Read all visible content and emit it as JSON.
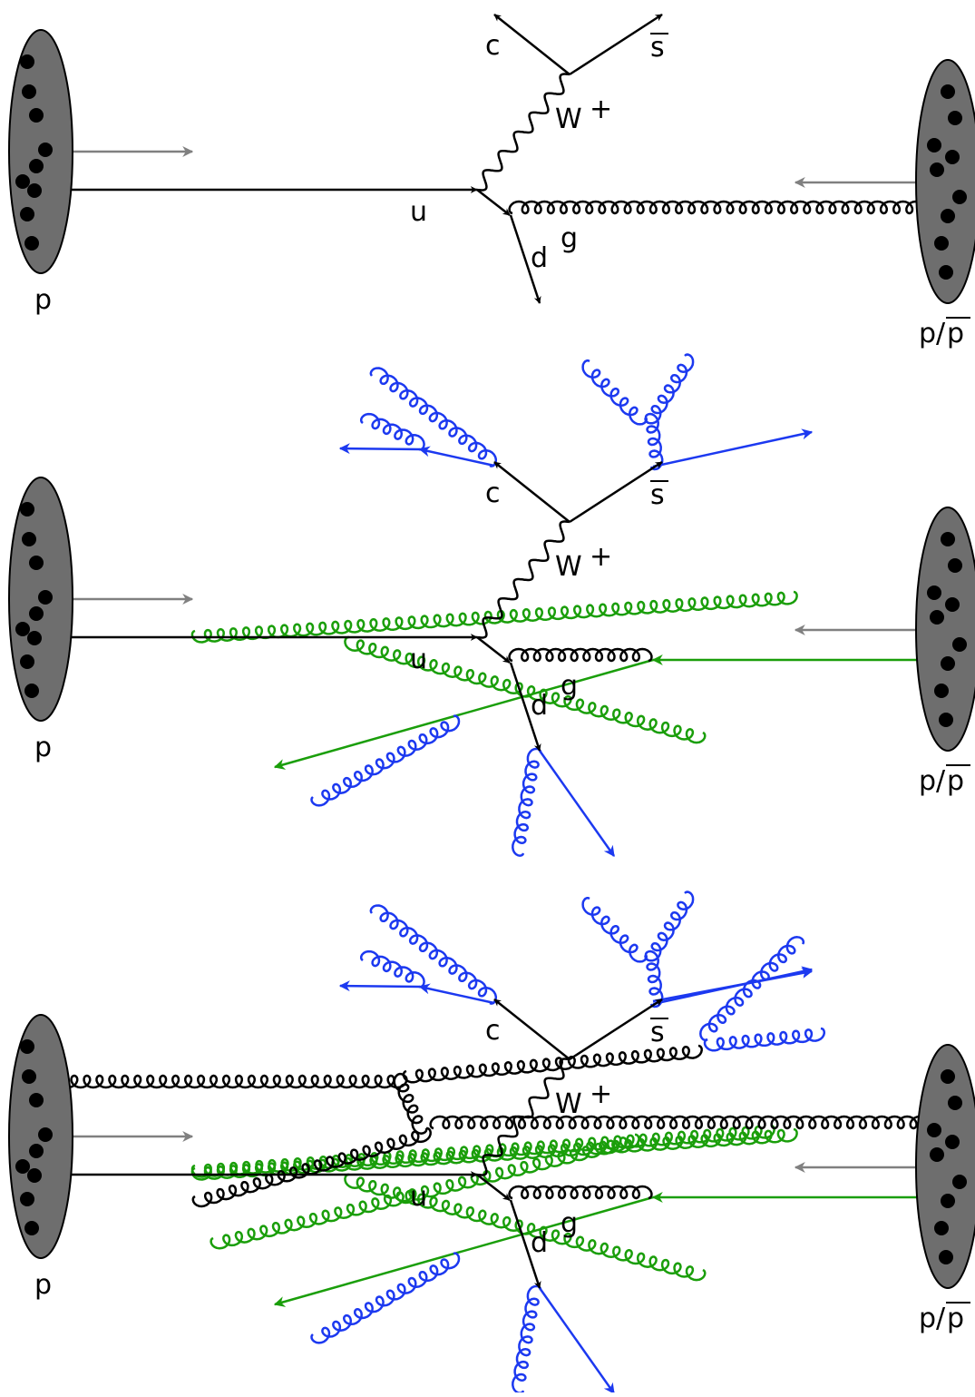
{
  "labels": {
    "proton": "p",
    "proton_or_antiproton_base": "p/",
    "antiproton_p": "p",
    "up_quark": "u",
    "down_quark": "d",
    "gluon": "g",
    "charm_quark": "c",
    "antistrange_base": "s",
    "w_boson": "W",
    "w_charge": "+"
  },
  "colors": {
    "black": "#000000",
    "beam_arrow": "#808080",
    "proton_fill": "#6e6e6e",
    "fsr_blue": "#1c39f0",
    "isr_green": "#1a9e0a"
  }
}
